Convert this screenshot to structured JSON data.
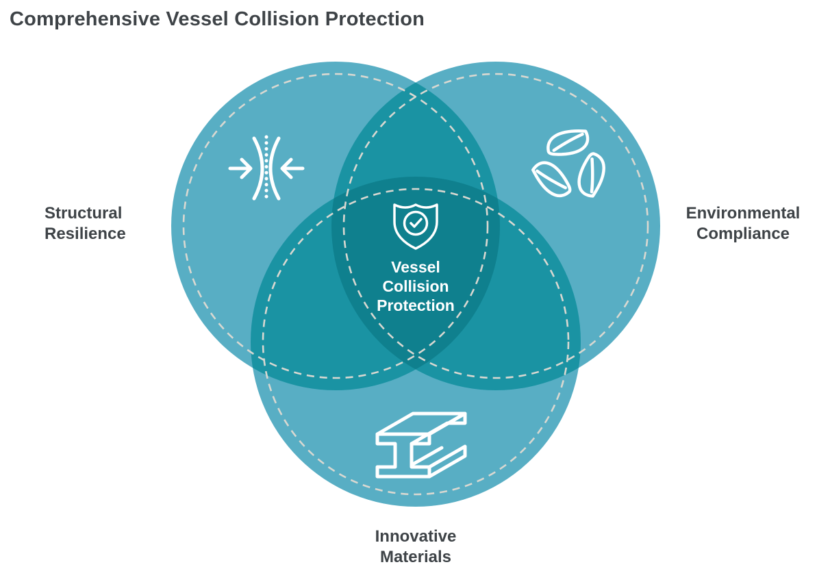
{
  "title": "Comprehensive Vessel Collision Protection",
  "diagram": {
    "type": "venn-3",
    "colors": {
      "single": "#58AEC4",
      "double": "#1A93A3",
      "triple": "#0F808E",
      "dashed_ring": "#D9D8D1",
      "title_text": "#3E4347",
      "icon_stroke": "#FFFFFF",
      "center_text": "#FFFFFF",
      "background": "#FFFFFF"
    },
    "sets": [
      {
        "id": "structural-resilience",
        "position": "top-left",
        "icon": "compression-impact-icon",
        "label_lines": [
          "Structural",
          "Resilience"
        ]
      },
      {
        "id": "environmental-compliance",
        "position": "top-right",
        "icon": "recycling-leaves-icon",
        "label_lines": [
          "Environmental",
          "Compliance"
        ]
      },
      {
        "id": "innovative-materials",
        "position": "bottom",
        "icon": "steel-i-beam-icon",
        "label_lines": [
          "Innovative",
          "Materials"
        ]
      }
    ],
    "center_label": {
      "icon": "shield-check-icon",
      "lines": [
        "Vessel",
        "Collision",
        "Protection"
      ]
    }
  }
}
